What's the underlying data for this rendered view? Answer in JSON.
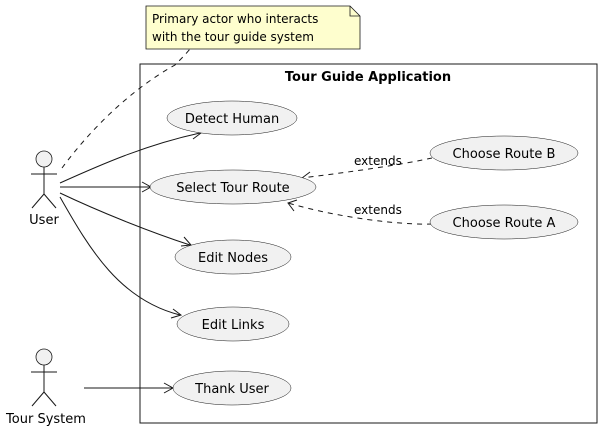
{
  "system": {
    "title": "Tour Guide Application"
  },
  "actors": {
    "user": "User",
    "tour_system": "Tour System"
  },
  "note": {
    "line1": "Primary actor who interacts",
    "line2": "with the tour guide system"
  },
  "use_cases": {
    "detect_human": "Detect Human",
    "select_tour_route": "Select Tour Route",
    "edit_nodes": "Edit Nodes",
    "edit_links": "Edit Links",
    "thank_user": "Thank User",
    "choose_route_b": "Choose Route B",
    "choose_route_a": "Choose Route A"
  },
  "relations": {
    "extends_b": "extends",
    "extends_a": "extends"
  },
  "colors": {
    "use_case_fill": "#f1f1f1",
    "note_fill": "#fefece",
    "stroke": "#181818"
  }
}
